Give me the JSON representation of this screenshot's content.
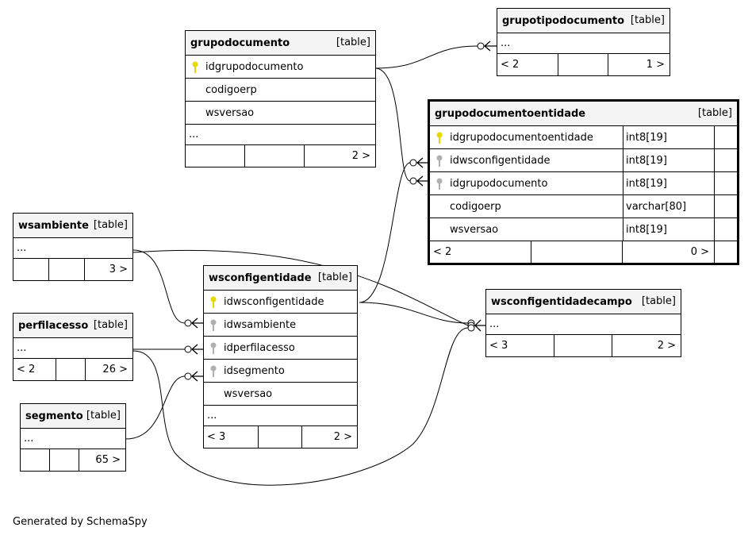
{
  "tables": {
    "grupodocumento": {
      "name": "grupodocumento",
      "kind": "[table]",
      "columns": [
        {
          "name": "idgrupodocumento",
          "key": "primary"
        },
        {
          "name": "codigoerp",
          "key": ""
        },
        {
          "name": "wsversao",
          "key": ""
        }
      ],
      "ellipsis": "...",
      "footer": {
        "left": "",
        "mid": "",
        "right": "2 >"
      }
    },
    "grupotipodocumento": {
      "name": "grupotipodocumento",
      "kind": "[table]",
      "ellipsis": "...",
      "footer": {
        "left": "< 2",
        "mid": "",
        "right": "1 >"
      }
    },
    "grupodocumentoentidade": {
      "name": "grupodocumentoentidade",
      "kind": "[table]",
      "columns": [
        {
          "name": "idgrupodocumentoentidade",
          "type": "int8[19]",
          "key": "primary"
        },
        {
          "name": "idwsconfigentidade",
          "type": "int8[19]",
          "key": "foreign"
        },
        {
          "name": "idgrupodocumento",
          "type": "int8[19]",
          "key": "foreign"
        },
        {
          "name": "codigoerp",
          "type": "varchar[80]",
          "key": ""
        },
        {
          "name": "wsversao",
          "type": "int8[19]",
          "key": ""
        }
      ],
      "footer": {
        "left": "< 2",
        "mid": "",
        "right": "0 >"
      }
    },
    "wsambiente": {
      "name": "wsambiente",
      "kind": "[table]",
      "ellipsis": "...",
      "footer": {
        "left": "",
        "mid": "",
        "right": "3 >"
      }
    },
    "perfilacesso": {
      "name": "perfilacesso",
      "kind": "[table]",
      "ellipsis": "...",
      "footer": {
        "left": "< 2",
        "mid": "",
        "right": "26 >"
      }
    },
    "segmento": {
      "name": "segmento",
      "kind": "[table]",
      "ellipsis": "...",
      "footer": {
        "left": "",
        "mid": "",
        "right": "65 >"
      }
    },
    "wsconfigentidade": {
      "name": "wsconfigentidade",
      "kind": "[table]",
      "columns": [
        {
          "name": "idwsconfigentidade",
          "key": "primary"
        },
        {
          "name": "idwsambiente",
          "key": "foreign"
        },
        {
          "name": "idperfilacesso",
          "key": "foreign"
        },
        {
          "name": "idsegmento",
          "key": "foreign"
        },
        {
          "name": "wsversao",
          "key": ""
        }
      ],
      "ellipsis": "...",
      "footer": {
        "left": "< 3",
        "mid": "",
        "right": "2 >"
      }
    },
    "wsconfigentidadecampo": {
      "name": "wsconfigentidadecampo",
      "kind": "[table]",
      "ellipsis": "...",
      "footer": {
        "left": "< 3",
        "mid": "",
        "right": "2 >"
      }
    }
  },
  "colors": {
    "primary_key": "#e8d800",
    "foreign_key": "#b0b0b0",
    "header_bg": "#f4f4f4",
    "line": "#000000"
  },
  "footer_note": "Generated by SchemaSpy"
}
